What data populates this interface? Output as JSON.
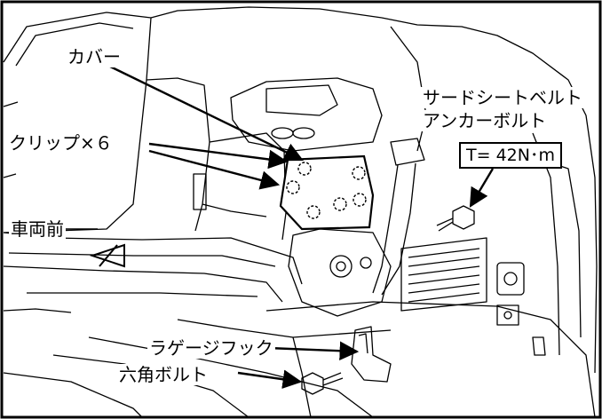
{
  "labels": {
    "cover": "カバー",
    "clip": "クリップ×６",
    "third_belt_line1": "サードシートベルト",
    "third_belt_line2": "アンカーボルト",
    "torque": "T= 42N･m",
    "front": "車両前",
    "luggage_hook": "ラゲージフック",
    "hex_bolt": "六角ボルト"
  },
  "colors": {
    "line": "#000000",
    "background": "#ffffff"
  }
}
